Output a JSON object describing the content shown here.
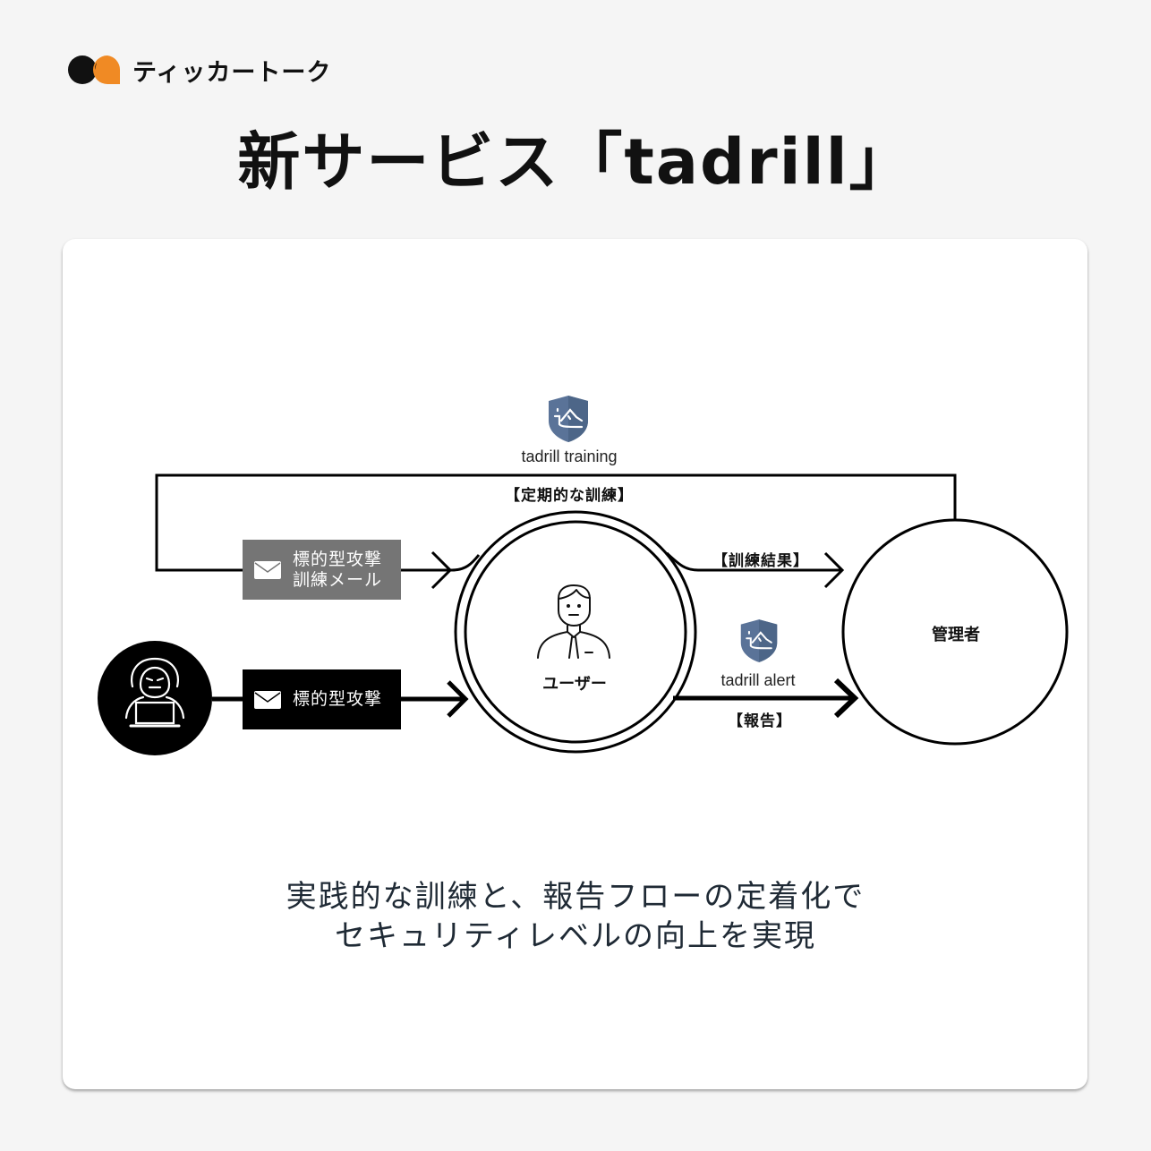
{
  "brand": {
    "name": "ティッカートーク",
    "colors": {
      "dark": "#111111",
      "accent": "#f08a24"
    }
  },
  "title": "新サービス「tadrill」",
  "diagram": {
    "training_product": {
      "name": "tadrill training",
      "icon": "tadrill-shield-icon",
      "color": "#5a7398"
    },
    "alert_product": {
      "name": "tadrill alert",
      "icon": "tadrill-shield-icon",
      "color": "#5a7398"
    },
    "loop_label": "【定期的な訓練】",
    "training_mail_box": {
      "line1": "標的型攻撃",
      "line2": "訓練メール",
      "icon": "envelope-icon",
      "color": "#757575"
    },
    "attack_box": {
      "label": "標的型攻撃",
      "icon": "envelope-icon",
      "color": "#000000"
    },
    "attacker": {
      "icon": "hacker-icon"
    },
    "user": {
      "label": "ユーザー",
      "icon": "businessman-icon"
    },
    "manager": {
      "label": "管理者"
    },
    "result_label": "【訓練結果】",
    "report_label": "【報告】"
  },
  "tagline": {
    "line1": "実践的な訓練と、報告フローの定着化で",
    "line2": "セキュリティレベルの向上を実現"
  }
}
